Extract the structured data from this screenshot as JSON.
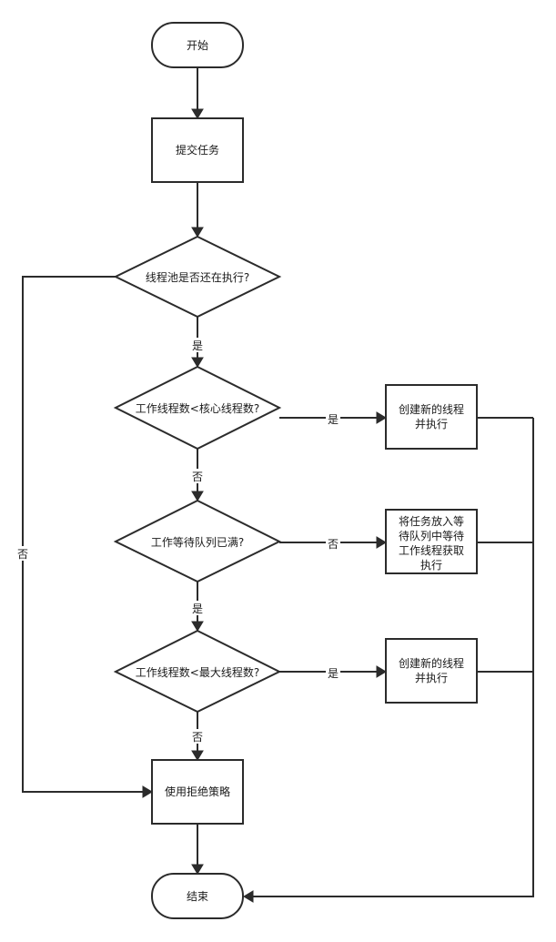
{
  "nodes": {
    "start": "开始",
    "submit": "提交任务",
    "pool_running": "线程池是否还在执行?",
    "core_check": "工作线程数<核心线程数?",
    "create_core": [
      "创建新的线程",
      "并执行"
    ],
    "queue_full": "工作等待队列已满?",
    "enqueue": [
      "将任务放入等",
      "待队列中等待",
      "工作线程获取",
      "执行"
    ],
    "max_check": "工作线程数<最大线程数?",
    "create_max": [
      "创建新的线程",
      "并执行"
    ],
    "reject": "使用拒绝策略",
    "end": "结束"
  },
  "edge_labels": {
    "pool_yes": "是",
    "pool_no": "否",
    "core_yes": "是",
    "core_no": "否",
    "queue_no": "否",
    "queue_yes": "是",
    "max_yes": "是",
    "max_no": "否"
  }
}
